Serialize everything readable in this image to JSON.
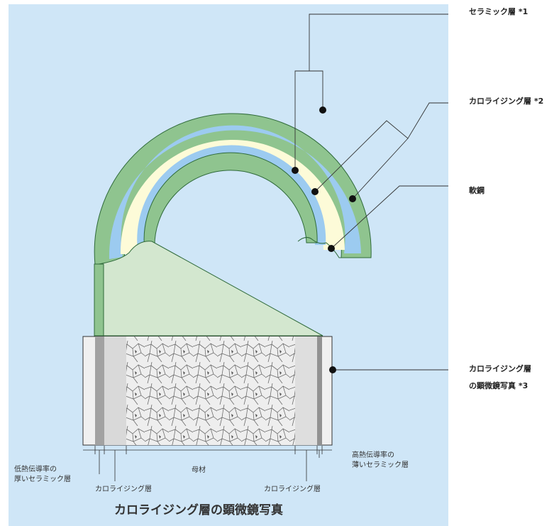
{
  "callouts": {
    "ceramic": "セラミック層 *1",
    "calorizing": "カロライジング層 *2",
    "mild_steel": "軟鋼",
    "micro_line1": "カロライジング層",
    "micro_line2": "の顕微鏡写真 *3"
  },
  "micrograph_labels": {
    "low_ceramic_line1": "低熱伝導率の",
    "low_ceramic_line2": "厚いセラミック層",
    "calorizing_left": "カロライジング層",
    "base_material": "母材",
    "calorizing_right": "カロライジング層",
    "high_ceramic_line1": "高熱伝導率の",
    "high_ceramic_line2": "薄いセラミック層"
  },
  "caption": "カロライジング層の顕微鏡写真",
  "colors": {
    "background": "#cfe6f7",
    "ceramic_layer": "#8fc48f",
    "calorizing_layer": "#9ccbf0",
    "mild_steel": "#fdfbd8",
    "zoom_fill": "#d3e7cf"
  }
}
